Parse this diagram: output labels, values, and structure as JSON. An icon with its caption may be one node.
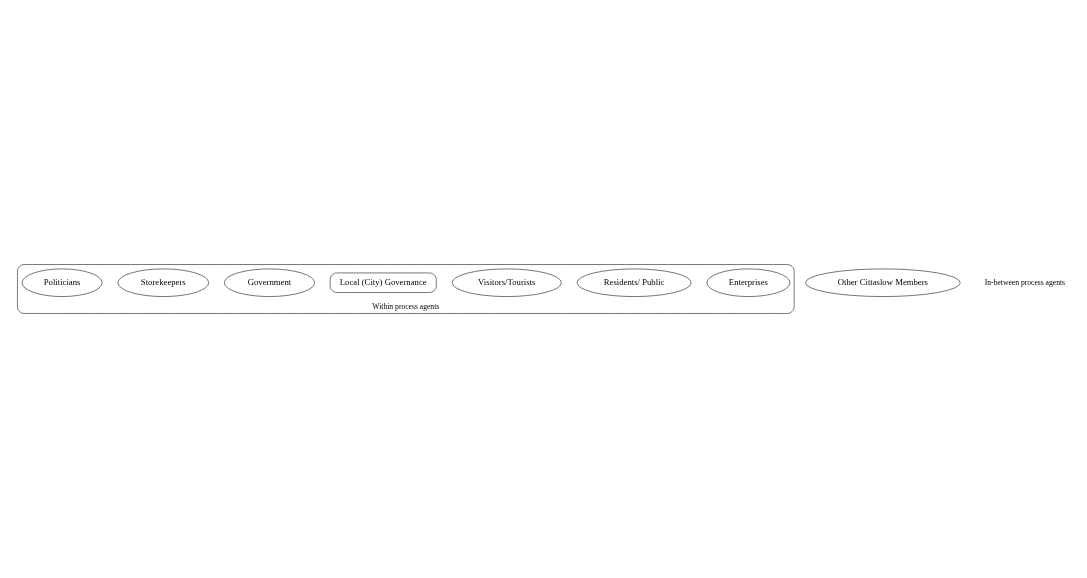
{
  "diagram": {
    "nodes": [
      {
        "text": [
          "Within process agents"
        ]
      },
      {
        "text": [
          "Enterprises"
        ],
        "in": 0
      },
      {
        "text": [
          "Residents/ Public"
        ],
        "in": 0
      },
      {
        "text": [
          "Visitors/Tourists"
        ],
        "in": 0
      },
      {
        "text": [
          "Local (City) Governance"
        ],
        "in": 0
      },
      {
        "text": [
          "Government"
        ],
        "in": 0
      },
      {
        "text": [
          "Storekeepers"
        ],
        "in": 0
      },
      {
        "text": [
          "Politicians"
        ],
        "in": 0
      },
      {
        "text": [
          "Other Cittaslow Members"
        ]
      }
    ],
    "edges": [],
    "labels": [
      "In-between process agents"
    ]
  }
}
